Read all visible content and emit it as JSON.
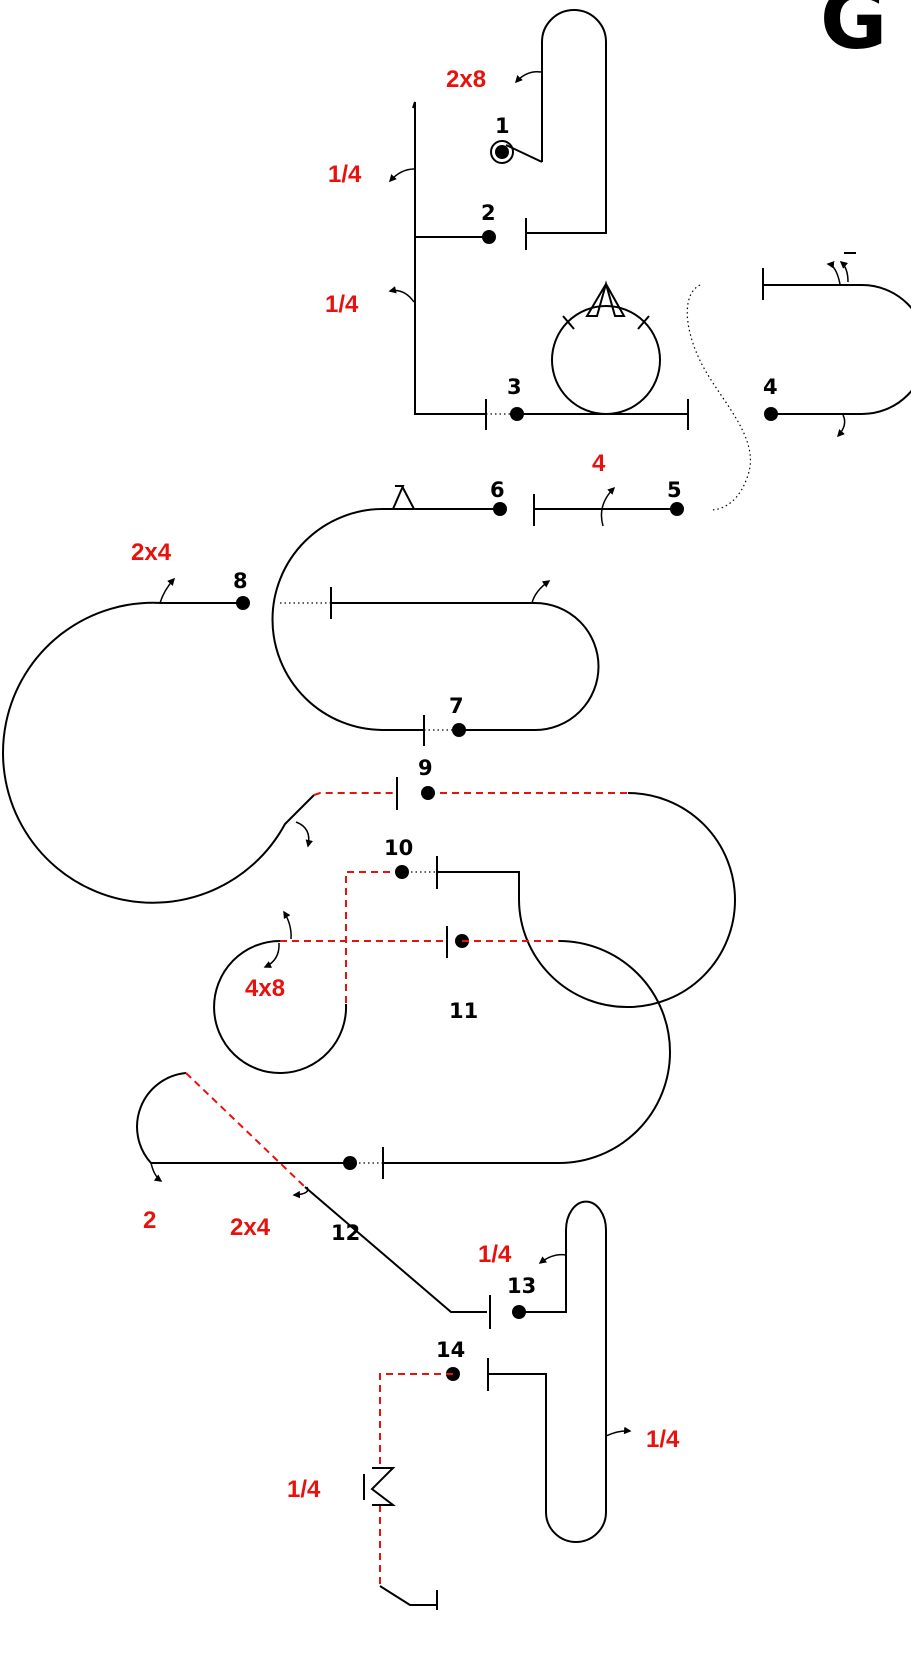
{
  "corner_letter": "G",
  "positions": [
    "1",
    "2",
    "3",
    "4",
    "5",
    "6",
    "7",
    "8",
    "9",
    "10",
    "11",
    "12",
    "13",
    "14"
  ],
  "counts": {
    "c_2x8": "2x8",
    "c_quarter_a": "1/4",
    "c_quarter_b": "1/4",
    "c_4": "4",
    "c_2x4_a": "2x4",
    "c_4x8": "4x8",
    "c_2": "2",
    "c_2x4_b": "2x4",
    "c_quarter_c": "1/4",
    "c_quarter_d": "1/4",
    "c_quarter_e": "1/4"
  },
  "colors": {
    "line": "#000000",
    "annotation": "#e8110d",
    "background": "#ffffff"
  }
}
